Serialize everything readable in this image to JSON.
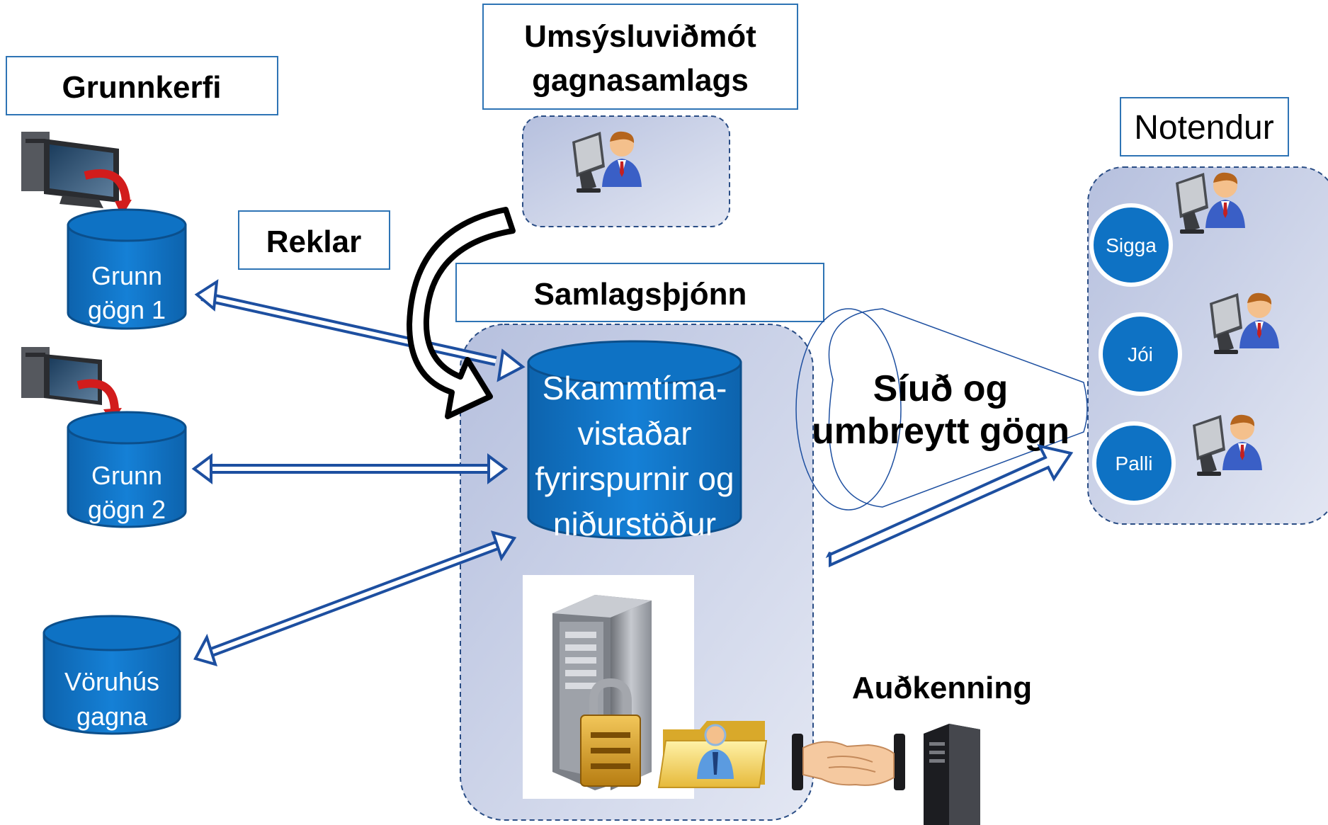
{
  "labels": {
    "grunnkerfi": "Grunnkerfi",
    "umsysluvidmot_line1": "Umsýsluviðmót",
    "umsysluvidmot_line2": "gagnasamlags",
    "notendur": "Notendur",
    "reklar": "Reklar",
    "samlagsthjonn": "Samlagsþjónn",
    "filtered_line1": "Síuð og",
    "filtered_line2": "umbreytt gögn",
    "audkenning": "Auðkenning"
  },
  "databases": [
    {
      "line1": "Grunn",
      "line2": "gögn 1"
    },
    {
      "line1": "Grunn",
      "line2": "gögn 2"
    },
    {
      "line1": "Vöruhús",
      "line2": "gagna"
    }
  ],
  "cache_db": {
    "lines": [
      "Skammtíma-",
      "vistaðar",
      "fyrirspurnir og",
      "niðurstöður"
    ]
  },
  "users": [
    {
      "name": "Sigga",
      "icon": "user-at-computer-icon"
    },
    {
      "name": "Jói",
      "icon": "user-at-computer-icon"
    },
    {
      "name": "Palli",
      "icon": "user-at-computer-icon"
    }
  ],
  "colors": {
    "label_border": "#2e74b5",
    "db_fill": "#0e72c4",
    "db_dark": "#0b4f8c",
    "arrow_blue": "#1d4fa0",
    "panel_fill": "#c5cde6",
    "user_circle": "#0e72c4"
  }
}
